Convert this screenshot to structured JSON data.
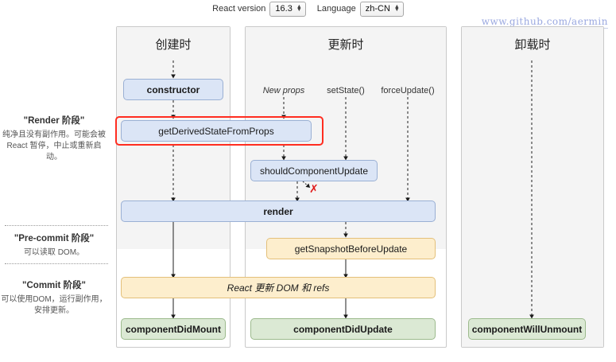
{
  "controls": {
    "react_version_label": "React version",
    "react_version_value": "16.3",
    "language_label": "Language",
    "language_value": "zh-CN"
  },
  "watermark": "www.github.com/aermin",
  "sidebar": {
    "phases": [
      {
        "title": "\"Render 阶段\"",
        "desc": "纯净且没有副作用。可能会被 React 暂停，中止或重新启动。"
      },
      {
        "title": "\"Pre-commit 阶段\"",
        "desc": "可以读取 DOM。"
      },
      {
        "title": "\"Commit 阶段\"",
        "desc": "可以使用DOM，运行副作用，安排更新。"
      }
    ]
  },
  "columns": [
    {
      "title": "创建时"
    },
    {
      "title": "更新时"
    },
    {
      "title": "卸载时"
    }
  ],
  "triggers": [
    {
      "label": "New props"
    },
    {
      "label": "setState()"
    },
    {
      "label": "forceUpdate()"
    }
  ],
  "nodes": {
    "constructor": "constructor",
    "get_derived_state": "getDerivedStateFromProps",
    "should_component_update": "shouldComponentUpdate",
    "render": "render",
    "get_snapshot": "getSnapshotBeforeUpdate",
    "react_updates_dom": "React 更新 DOM 和 refs",
    "component_did_mount": "componentDidMount",
    "component_did_update": "componentDidUpdate",
    "component_will_unmount": "componentWillUnmount"
  },
  "annotations": {
    "skip_render_x": "✗"
  },
  "colors": {
    "blue_fill": "#dbe5f6",
    "orange_fill": "#fdeecd",
    "green_fill": "#dbe9d4",
    "highlight": "#ff2d20",
    "watermark": "#9aa8e0",
    "phase_band": "#f4f4f4"
  }
}
